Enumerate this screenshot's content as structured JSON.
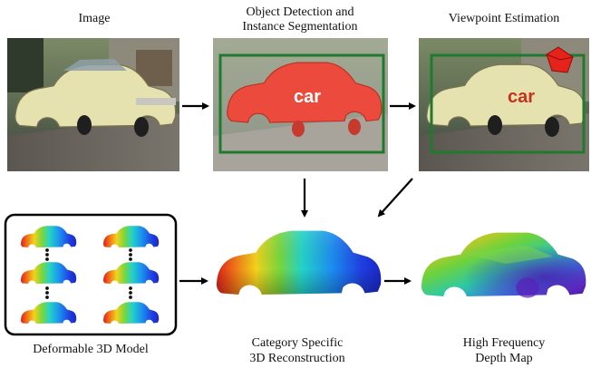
{
  "captions": {
    "image": "Image",
    "detection_line1": "Object  Detection and",
    "detection_line2": "Instance Segmentation",
    "viewpoint": "Viewpoint Estimation",
    "deformable": "Deformable 3D Model",
    "reconstruction_line1": "Category Specific",
    "reconstruction_line2": "3D Reconstruction",
    "depth_line1": "High Frequency",
    "depth_line2": "Depth Map"
  },
  "labels": {
    "detection_class": "car",
    "viewpoint_class": "car"
  },
  "colors": {
    "bbox": "#1f7a2e",
    "segmentation_mask": "#ec4a3c",
    "viewpoint_label": "#c4321e",
    "viewpoint_marker": "#e5231b",
    "arrow": "#000000",
    "car_body": "#e6e2b0"
  },
  "icons": {
    "viewpoint_marker": "red-polyhedron-icon",
    "arrows": "right-arrow-icon"
  }
}
